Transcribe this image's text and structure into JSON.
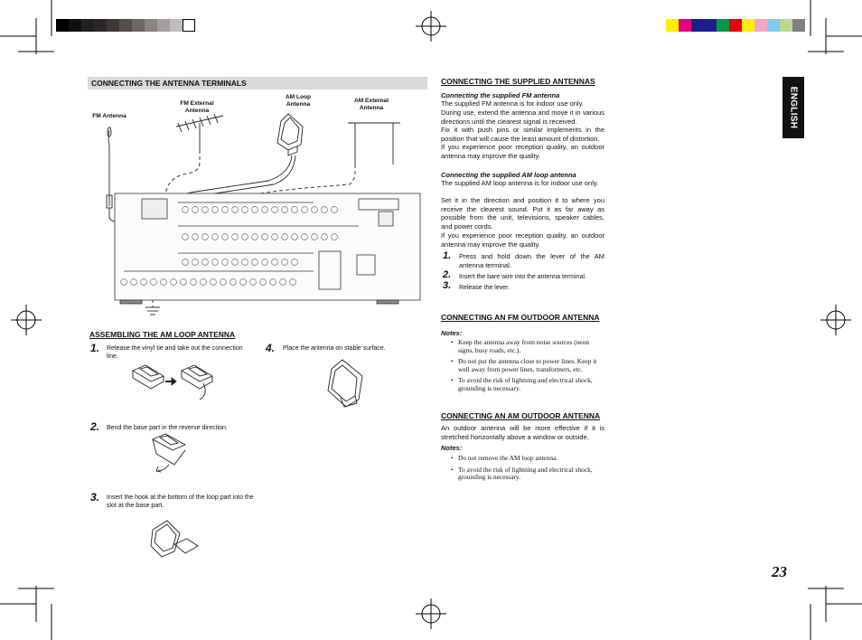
{
  "tab": {
    "label": "ENGLISH"
  },
  "page_number": "23",
  "left": {
    "section_title": "CONNECTING THE ANTENNA TERMINALS",
    "diagram_labels": {
      "fm_antenna": "FM Antenna",
      "fm_external": "FM External\nAntenna",
      "am_loop": "AM Loop\nAntenna",
      "am_external": "AM External\nAntenna"
    },
    "assembling_title": "ASSEMBLING THE AM LOOP ANTENNA",
    "steps": [
      {
        "num": "1.",
        "text": "Release the vinyl tie and take out the connection line."
      },
      {
        "num": "2.",
        "text": "Bend the base part in the reverse direction."
      },
      {
        "num": "3.",
        "text": "Insert the hook at the bottom of the loop part into the slot at the base part."
      },
      {
        "num": "4.",
        "text": "Place the antenna on stable surface."
      }
    ]
  },
  "right": {
    "supplied_title": "CONNECTING THE SUPPLIED ANTENNAS",
    "fm_sub": "Connecting the supplied FM antenna",
    "fm_lines": [
      "The supplied FM antenna is for indoor use only.",
      "During use, extend the antenna and move it in various directions until the clearest signal is received.",
      "Fix it with push pins or similar implements in the position that will cause the least amount of distortion.",
      "If you experience poor reception quality, an outdoor antenna may improve the quality."
    ],
    "am_sub": "Connecting the supplied AM loop antenna",
    "am_lines": [
      "The supplied AM loop antenna is for indoor use only.",
      "Set it in the direction and position it to where you receive the clearest sound. Put it as far away as possible from the unit, televisions, speaker cables, and power cords.",
      "If you experience poor reception quality, an outdoor antenna may improve the quality."
    ],
    "am_steps": [
      {
        "num": "1.",
        "text": "Press and hold down the lever of the AM antenna terminal."
      },
      {
        "num": "2.",
        "text": "Insert the bare wire into the antenna terminal."
      },
      {
        "num": "3.",
        "text": "Release the lever."
      }
    ],
    "fm_outdoor_title": "CONNECTING AN FM OUTDOOR ANTENNA",
    "notes_label": "Notes:",
    "fm_notes": [
      "Keep the antenna away from noise sources (neon signs, busy roads, etc.).",
      "Do not put the antenna close to power lines. Keep it well away from power lines, transformers, etc.",
      "To avoid the risk of lightning and electrical shock, grounding is necessary."
    ],
    "am_outdoor_title": "CONNECTING AN AM OUTDOOR ANTENNA",
    "am_outdoor_text": "An outdoor antenna will be more effective if it is stretched horizontally above a window or outside.",
    "notes_label_2": "Notes:",
    "am_notes": [
      "Do not remove the AM loop antenna.",
      "To avoid the risk of lightning and electrical shock, grounding is necessary."
    ]
  },
  "colors": {
    "gray_bar": [
      "#000000",
      "#101010",
      "#1f1f1f",
      "#2e2626",
      "#3f3535",
      "#564c4a",
      "#6f6563",
      "#8a8280",
      "#a39d9c",
      "#c0bcbb",
      "#ffffff"
    ],
    "color_bar": [
      "#ffee00",
      "#e6007e",
      "#1d2088",
      "#1d2088",
      "#009944",
      "#e60012",
      "#ffee00",
      "#f4a5c6",
      "#84c9ef",
      "#bcd88a",
      "#808080"
    ]
  }
}
